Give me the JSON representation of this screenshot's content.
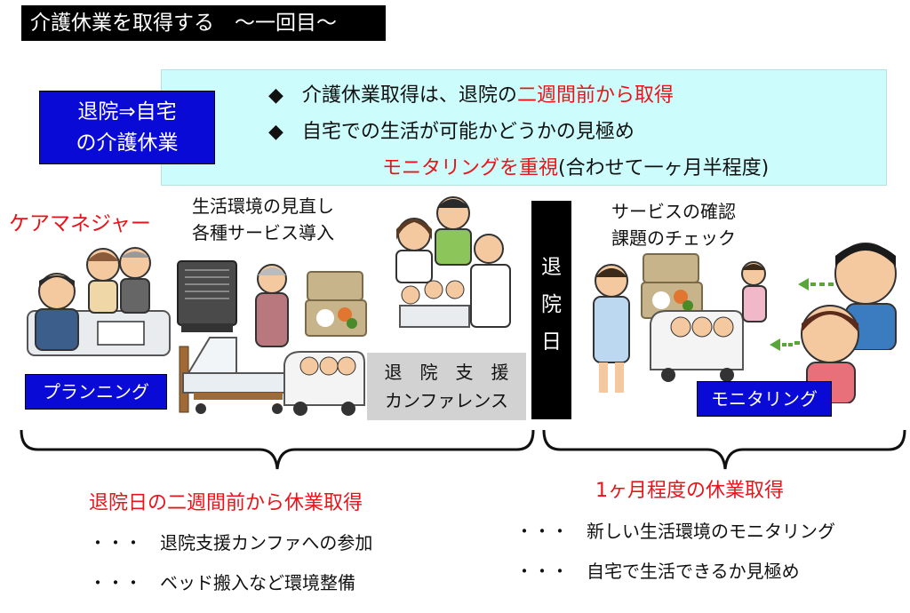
{
  "title": "介護休業を取得する　〜一回目〜",
  "badge": {
    "line1": "退院⇒自宅",
    "line2": "の介護休業"
  },
  "info": {
    "bullet_symbol": "◆",
    "b1_text": "介護休業取得は、退院の",
    "b1_red": "二週間前から取得",
    "b2_text": "自宅での生活が可能かどうかの見極め",
    "b3_red": "モニタリングを重視",
    "b3_text": "(合わせて一ヶ月半程度)"
  },
  "left": {
    "care_manager": "ケアマネジャー",
    "label1": "生活環境の見直し",
    "label2": "各種サービス導入",
    "planning": "プランニング",
    "conference_line1": "退　院　支　援",
    "conference_line2": "カンファレンス",
    "heading": "退院日の二週間前から休業取得",
    "item1": "・・・　退院支援カンファへの参加",
    "item2": "・・・　ベッド搬入など環境整備"
  },
  "discharge": {
    "c1": "退",
    "c2": "院",
    "c3": "日"
  },
  "right": {
    "label1": "サービスの確認",
    "label2": "課題のチェック",
    "monitoring": "モニタリング",
    "heading": "1ヶ月程度の休業取得",
    "item1": "・・・　新しい生活環境のモニタリング",
    "item2": "・・・　自宅で生活できるか見極め"
  },
  "colors": {
    "accent_red": "#e8141a",
    "badge_blue": "#0a0ad6",
    "info_bg": "#ccfcfc"
  }
}
